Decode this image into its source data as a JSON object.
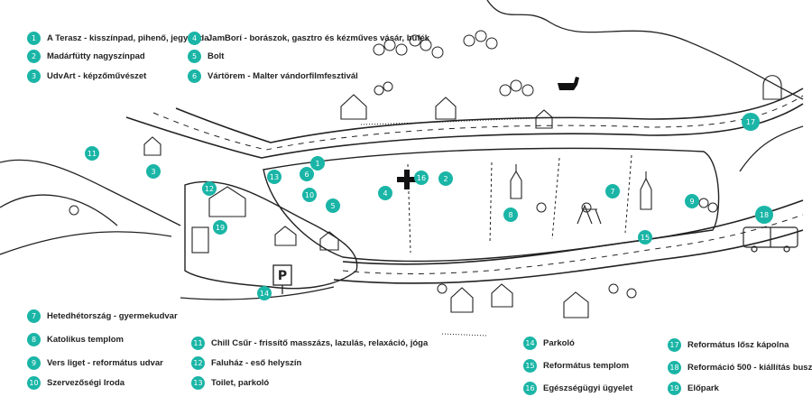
{
  "accent_color": "#1ab5a6",
  "legend": [
    {
      "num": "1",
      "label": "A Terasz - kisszínpad, pihenő, jegyiroda"
    },
    {
      "num": "2",
      "label": "Madárfütty nagyszínpad"
    },
    {
      "num": "3",
      "label": "UdvArt - képzőművészet"
    },
    {
      "num": "4",
      "label": "JamBorí - borászok, gasztro és kézműves vásár, büfék"
    },
    {
      "num": "5",
      "label": "Bolt"
    },
    {
      "num": "6",
      "label": "Vártörem - Malter vándorfilmfesztivál"
    },
    {
      "num": "7",
      "label": "Hetedhétország - gyermekudvar"
    },
    {
      "num": "8",
      "label": "Katolikus templom"
    },
    {
      "num": "9",
      "label": "Vers liget - református udvar"
    },
    {
      "num": "10",
      "label": "Szervezőségi Iroda"
    },
    {
      "num": "11",
      "label": "Chill Csűr - frissítő masszázs, lazulás, relaxáció, jóga"
    },
    {
      "num": "12",
      "label": "Faluház - eső helyszín"
    },
    {
      "num": "13",
      "label": "Toilet, parkoló"
    },
    {
      "num": "14",
      "label": "Parkoló"
    },
    {
      "num": "15",
      "label": "Református templom"
    },
    {
      "num": "16",
      "label": "Egészségügyi ügyelet"
    },
    {
      "num": "17",
      "label": "Református lősz kápolna"
    },
    {
      "num": "18",
      "label": "Reformáció 500 - kiállítás busz"
    },
    {
      "num": "19",
      "label": "Előpark"
    }
  ],
  "map_markers": [
    "1",
    "2",
    "3",
    "4",
    "5",
    "6",
    "7",
    "8",
    "9",
    "10",
    "11",
    "12",
    "13",
    "14",
    "15",
    "16",
    "17",
    "18",
    "19"
  ],
  "parking_sign": "P",
  "icons": [
    "medical-cross-icon",
    "parking-sign-icon",
    "bus-icon",
    "church-icon",
    "house-icon",
    "tree-icon",
    "bottle-icon",
    "horse-icon",
    "swing-icon",
    "toilet-icon"
  ]
}
